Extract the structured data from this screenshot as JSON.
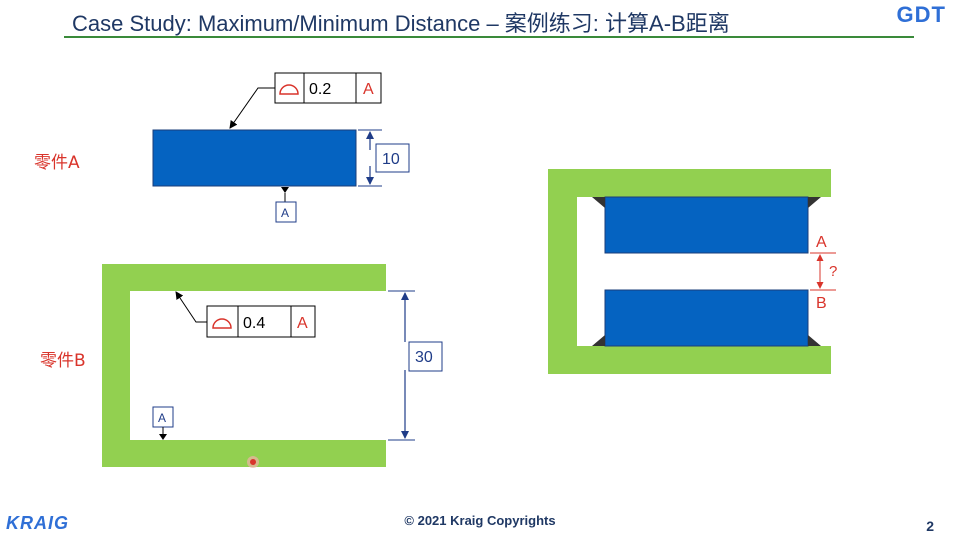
{
  "slide": {
    "title": "Case Study: Maximum/Minimum Distance – 案例练习: 计算A-B距离",
    "logo_text": "GDT",
    "footer_copyright": "© 2021 Kraig Copyrights",
    "footer_brand": "KRAIG",
    "page_number": "2"
  },
  "part_a": {
    "label": "零件A",
    "fcf_tolerance": "0.2",
    "fcf_datum": "A",
    "dimension": "10",
    "datum_feature_label": "A"
  },
  "part_b": {
    "label": "零件B",
    "fcf_tolerance": "0.4",
    "fcf_datum": "A",
    "dimension": "30",
    "datum_feature_label": "A"
  },
  "assembly": {
    "label_a": "A",
    "label_b": "B",
    "gap_label": "?"
  },
  "colors": {
    "blue_part": "#0563C1",
    "green_part": "#92D050",
    "red_text": "#D9342B",
    "dim_line": "#1F3C88"
  },
  "icons": {
    "profile_symbol": "profile-of-surface-icon",
    "datum_symbol": "datum-triangle-icon"
  }
}
